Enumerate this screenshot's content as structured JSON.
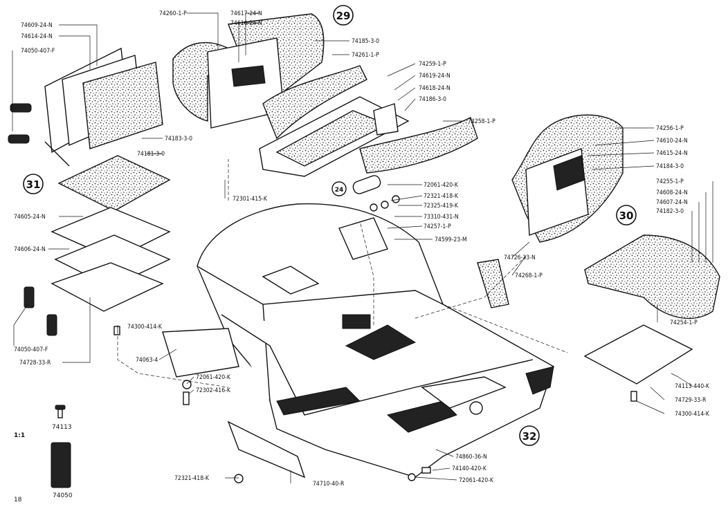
{
  "page": {
    "number": "18",
    "scale": "1:1"
  },
  "group_numbers": [
    "29",
    "30",
    "31",
    "32",
    "24"
  ],
  "labels": {
    "l74260": "74260-1-P",
    "l74617": "74617-24-N",
    "l74616": "74616-24-N",
    "l74185": "74185-3-0",
    "l74261": "74261-1-P",
    "l74259": "74259-1-P",
    "l74619": "74619-24-N",
    "l74618": "74618-24-N",
    "l74186": "74186-3-0",
    "l74258": "74258-1-P",
    "l74609": "74609-24-N",
    "l74614": "74614-24-N",
    "l74050a": "74050-407-F",
    "l74183": "74183-3-0",
    "l74181": "74181-3-0",
    "l72301": "72301-415-K",
    "l72061a": "72061-420-K",
    "l72321a": "72321-418-K",
    "l72325": "72325-419-K",
    "l73310": "73310-431-N",
    "l74257": "74257-1-P",
    "l74599": "74599-23-M",
    "l74256": "74256-1-P",
    "l74610": "74610-24-N",
    "l74615": "74615-24-N",
    "l74184": "74184-3-0",
    "l74255": "74255-1-P",
    "l74608": "74608-24-N",
    "l74607": "74607-24-N",
    "l74182": "74182-3-0",
    "l74605": "74605-24-N",
    "l74606": "74606-24-N",
    "l74726": "74726-33-N",
    "l74268": "74268-1-P",
    "l74254": "74254-1-P",
    "l74300a": "74300-414-K",
    "l74063": "74063-4",
    "l72061b": "72061-420-K",
    "l72302": "72302-416-K",
    "l74050b": "74050-407-F",
    "l74728": "74728-33-R",
    "l74113b": "74113-440-K",
    "l74729": "74729-33-R",
    "l74300b": "74300-414-K",
    "l74860": "74860-36-N",
    "l74140": "74140-420-K",
    "l72061c": "72061-420-K",
    "l72321b": "72321-418-K",
    "l74710": "74710-40-R"
  },
  "legend": {
    "screw": "74113",
    "spring": "74050"
  }
}
